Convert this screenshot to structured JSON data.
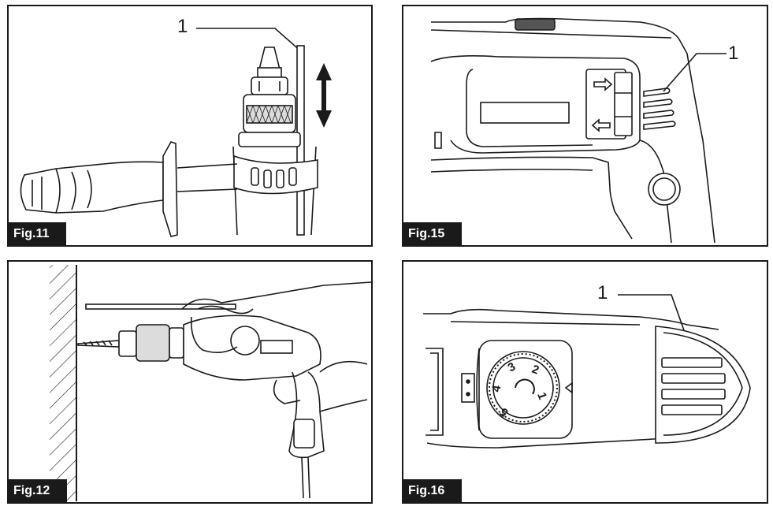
{
  "figures": [
    {
      "label": "Fig.11",
      "callout": "1"
    },
    {
      "label": "Fig.15",
      "callout": "1"
    },
    {
      "label": "Fig.12"
    },
    {
      "label": "Fig.16",
      "callout": "1",
      "dial_numbers": [
        "1",
        "2",
        "3",
        "4",
        "5"
      ]
    }
  ]
}
